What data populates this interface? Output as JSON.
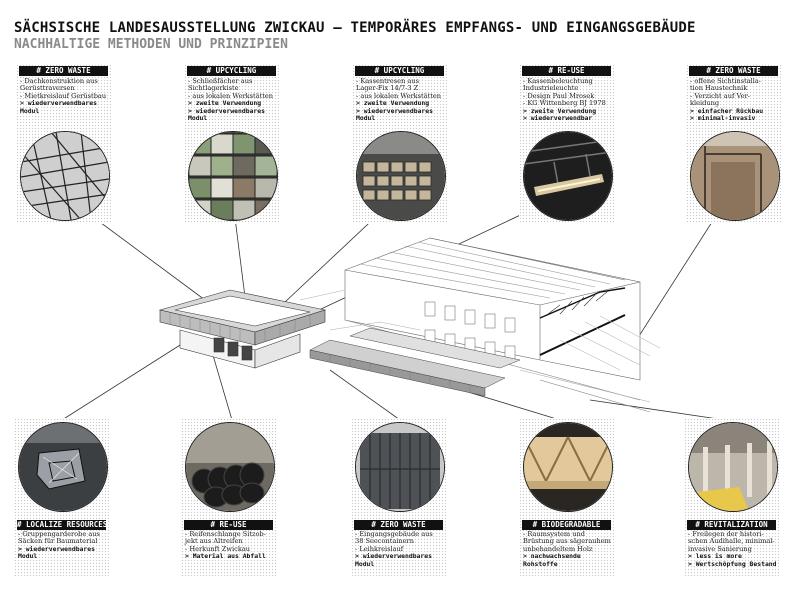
{
  "header": {
    "title": "SÄCHSISCHE LANDESAUSSTELLUNG ZWICKAU – TEMPORÄRES EMPFANGS- UND EINGANGSGEBÄUDE",
    "subtitle": "NACHHALTIGE METHODEN UND PRINZIPIEN"
  },
  "top_cards": [
    {
      "tag": "# ZERO WASTE",
      "lines": [
        "- Dachkonstruktion aus",
        "Gerüsttraversen",
        "- Mietkreislauf Gerüstbau"
      ],
      "bold": [
        "> wiederverwendbares",
        "Modul"
      ]
    },
    {
      "tag": "# UPCYCLING",
      "lines": [
        "- Schließfächer aus",
        "Sichtlagerkiste",
        "- aus lokalen Werkstätten"
      ],
      "bold": [
        "> zweite Verwendung",
        "> wiederverwendbares",
        "Modul"
      ]
    },
    {
      "tag": "# UPCYCLING",
      "lines": [
        "- Kassentresen aus",
        "Lager-Fix 14/7-3 Z",
        "- aus lokalen Werkstätten"
      ],
      "bold": [
        "> zweite Verwendung",
        "> wiederverwendbares",
        "Modul"
      ]
    },
    {
      "tag": "# RE-USE",
      "lines": [
        "- Kassenbeleuchtung",
        "Industrieleuchte",
        "- Design Paul Mrosek",
        "- KG Wittenberg BJ 1978"
      ],
      "bold": [
        "> zweite Verwendung",
        "> wiederverwendbar"
      ]
    },
    {
      "tag": "# ZERO WASTE",
      "lines": [
        "- offene Sichtinstalla-",
        "tion Haustechnik",
        "- Verzicht auf Ver-",
        "kleidung"
      ],
      "bold": [
        "> einfacher Rückbau",
        "> minimal-invasiv"
      ]
    }
  ],
  "bottom_cards": [
    {
      "tag": "# LOCALIZE RESOURCES",
      "lines": [
        "- Gruppengarderobe aus",
        "Säcken für Baumaterial"
      ],
      "bold": [
        "> wiederverwendbares",
        "Modul"
      ]
    },
    {
      "tag": "# RE-USE",
      "lines": [
        "- Reifenschlange Sitzob-",
        "jekt aus Altreifen",
        "- Herkunft Zwickau"
      ],
      "bold": [
        "> Material aus Abfall"
      ]
    },
    {
      "tag": "# ZERO WASTE",
      "lines": [
        "- Eingangsgebäude aus",
        "38 Seecontainern",
        "- Leihkreislauf"
      ],
      "bold": [
        "> wiederverwendbares",
        "Modul"
      ]
    },
    {
      "tag": "# BIODEGRADABLE",
      "lines": [
        "- Raumsystem und",
        "Brüstung aus sägerauhem",
        "unbehandeltem Holz"
      ],
      "bold": [
        "> nachwachsende",
        "Rohstoffe"
      ]
    },
    {
      "tag": "# REVITALIZATION",
      "lines": [
        "- Freilegen der histori-",
        "schen Audihalle, minimal-",
        "invasive Sanierung"
      ],
      "bold": [
        "> less is more",
        "> Wertschöpfung Bestand"
      ]
    }
  ],
  "photo_icons": {
    "top": [
      "scaffold-truss-photo-icon",
      "locker-boxes-photo-icon",
      "storage-counter-photo-icon",
      "industrial-lamp-photo-icon",
      "installation-wall-photo-icon"
    ],
    "bottom": [
      "bag-wardrobe-photo-icon",
      "tire-seating-photo-icon",
      "shipping-container-photo-icon",
      "wooden-truss-photo-icon",
      "factory-hall-photo-icon"
    ]
  }
}
